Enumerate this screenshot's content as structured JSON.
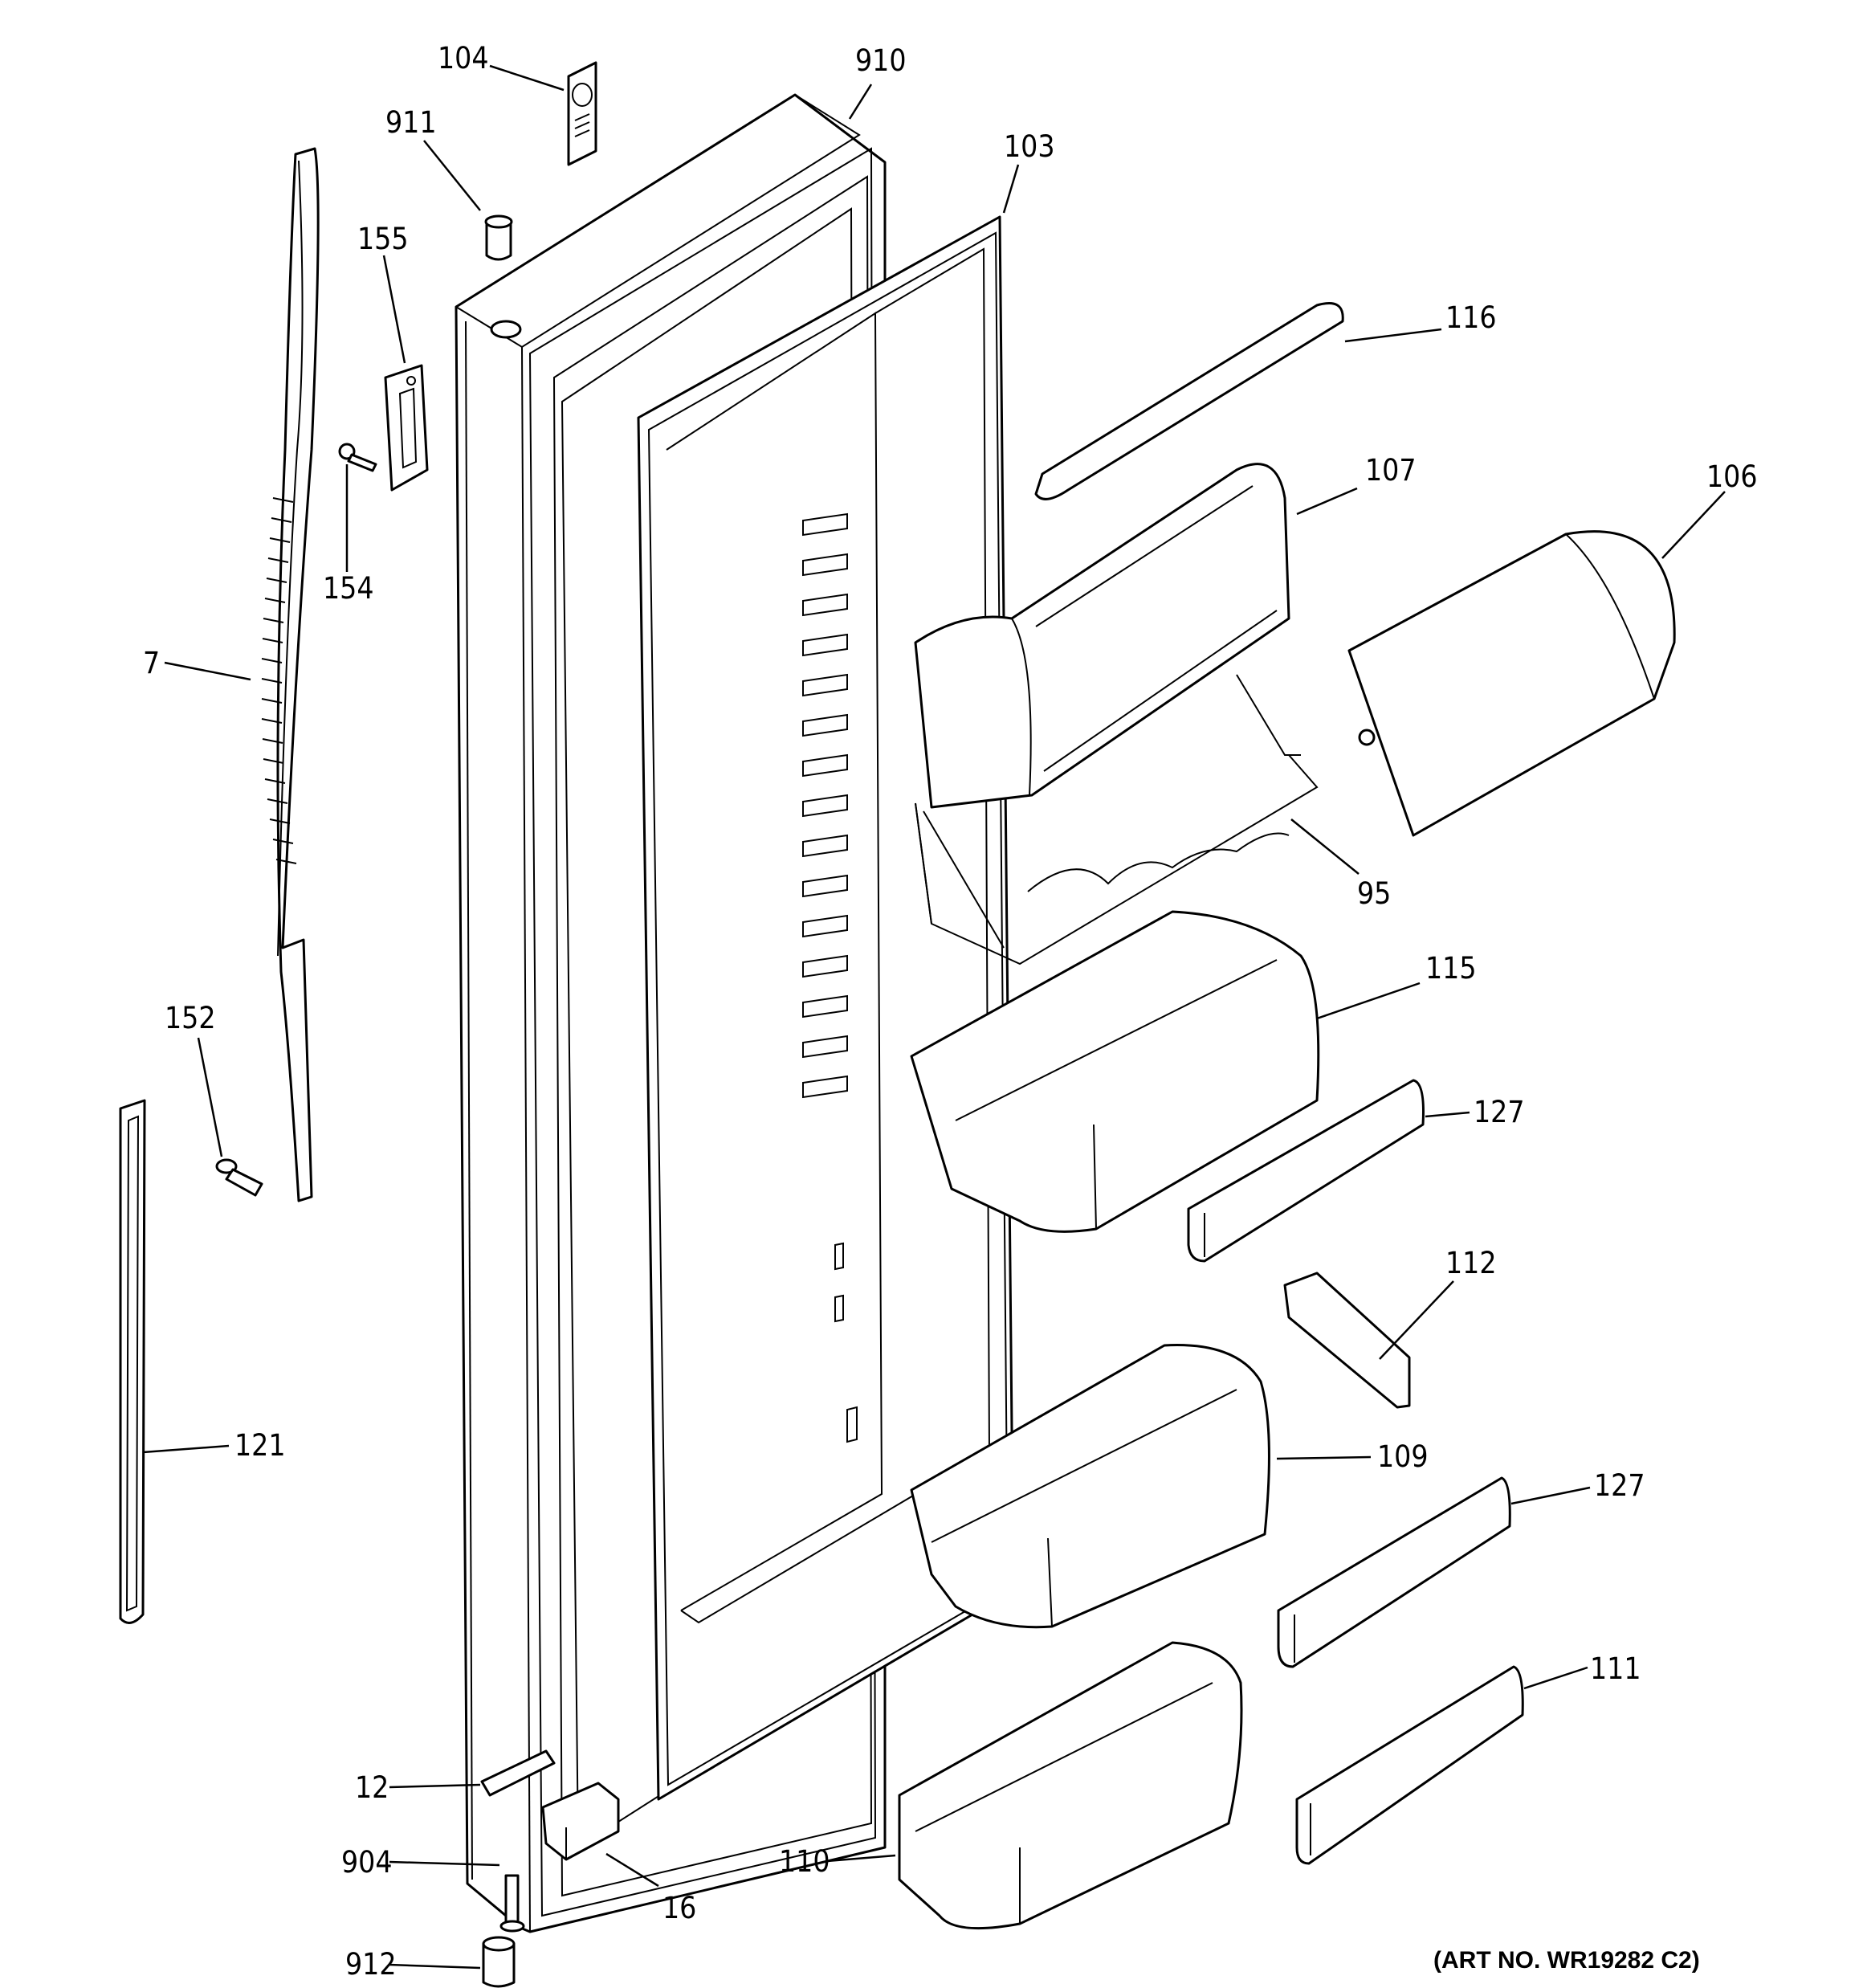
{
  "labels": {
    "p104": "104",
    "p910": "910",
    "p911": "911",
    "p103": "103",
    "p155": "155",
    "p116": "116",
    "p107": "107",
    "p106": "106",
    "p154": "154",
    "p7": "7",
    "p95": "95",
    "p115": "115",
    "p152": "152",
    "p127a": "127",
    "p112": "112",
    "p121": "121",
    "p109": "109",
    "p127b": "127",
    "p111": "111",
    "p12": "12",
    "p904": "904",
    "p16": "16",
    "p110": "110",
    "p912": "912"
  },
  "art_number": "(ART NO. WR19282 C2)"
}
